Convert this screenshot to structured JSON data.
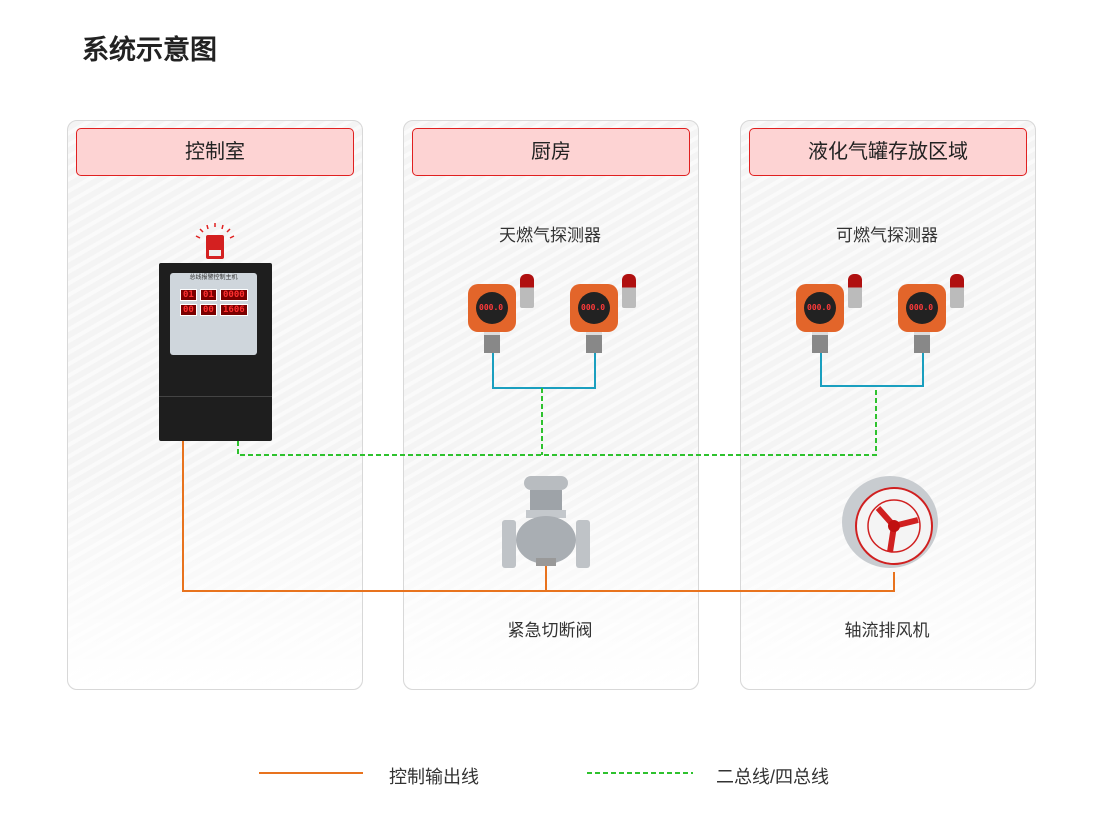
{
  "title": "系统示意图",
  "zones": [
    {
      "name": "控制室"
    },
    {
      "name": "厨房",
      "detector_label": "天燃气探测器",
      "device_label": "紧急切断阀"
    },
    {
      "name": "液化气罐存放区域",
      "detector_label": "可燃气探测器",
      "device_label": "轴流排风机"
    }
  ],
  "controller": {
    "panel_title": "总线报警控制主机",
    "displays": [
      "01",
      "01",
      "0000",
      "00",
      "00",
      "1606"
    ]
  },
  "detector_display": "000.0",
  "legend": [
    {
      "label": "控制输出线",
      "color": "#e8731e",
      "style": "solid"
    },
    {
      "label": "二总线/四总线",
      "color": "#2ec22e",
      "style": "dashed"
    }
  ],
  "colors": {
    "bus_branch": "#1a9fbf",
    "header_bg": "#fdd3d3",
    "header_border": "#e02020"
  }
}
